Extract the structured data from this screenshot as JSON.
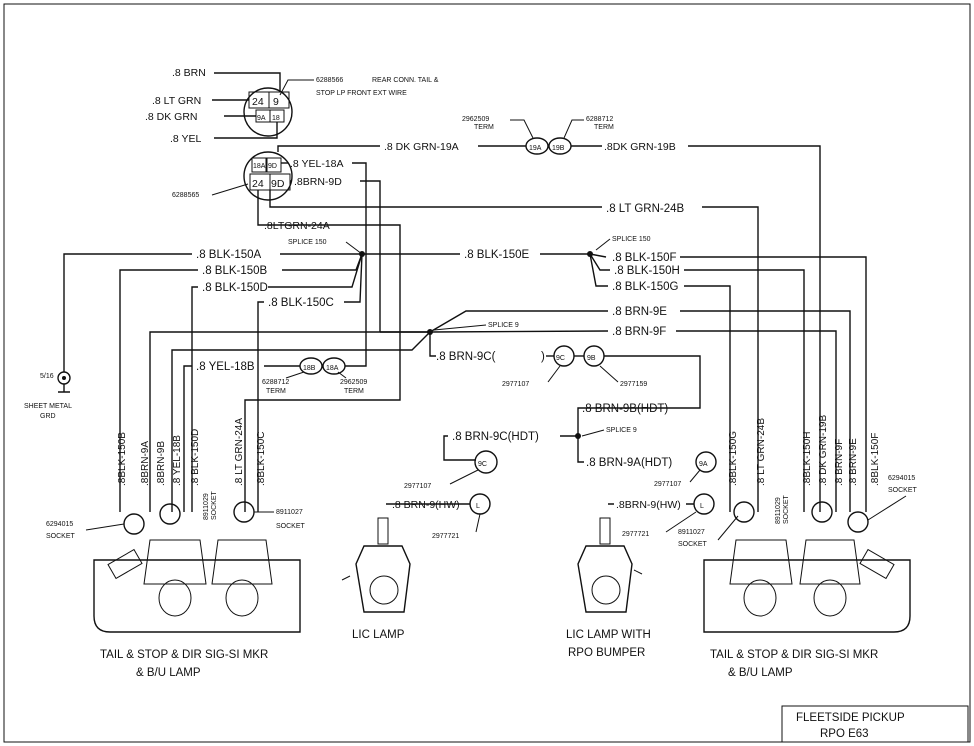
{
  "title_block": {
    "line1": "FLEETSIDE  PICKUP",
    "line2": "RPO E63"
  },
  "connectors": {
    "rear_conn_part": "6288566",
    "rear_conn_desc1": "REAR CONN. TAIL &",
    "rear_conn_desc2": "STOP LP FRONT EXT WIRE",
    "lower_conn_part": "6288565",
    "top_24": "24",
    "top_9": "9",
    "top_9a": "9A",
    "top_18": "18",
    "low_18a": "18A",
    "low_9d": "9D",
    "low_24": "24",
    "low_9d2": "9D"
  },
  "wires": {
    "brn": ".8 BRN",
    "lt_grn": ".8 LT GRN",
    "dk_grn": ".8 DK GRN",
    "yel": ".8 YEL",
    "dk_grn_19a": ".8 DK GRN-19A",
    "dk_grn_19b": ".8DK GRN-19B",
    "yel_18a": ".8 YEL-18A",
    "brn_9d": ".8BRN-9D",
    "lt_grn_24b": ".8 LT GRN-24B",
    "lt_grn_24a": ".8LTGRN-24A",
    "blk_150a": ".8 BLK-150A",
    "blk_150b": ".8 BLK-150B",
    "blk_150d": ".8 BLK-150D",
    "blk_150c": ".8 BLK-150C",
    "blk_150e": ".8 BLK-150E",
    "blk_150f": ".8 BLK-150F",
    "blk_150h": ".8 BLK-150H",
    "blk_150g": ".8 BLK-150G",
    "brn_9e": ".8 BRN-9E",
    "brn_9f": ".8 BRN-9F",
    "brn_9c": ".8 BRN-9C(",
    "brn_9c_close": ")",
    "yel_18b": ".8 YEL-18B",
    "brn_9b_hdt": ".8 BRN-9B(HDT)",
    "brn_9c_hdt": ".8 BRN-9C(HDT)",
    "brn_9a_hdt": ".8 BRN-9A(HDT)",
    "brn_9hw_left": ".8 BRN-9(HW)",
    "brn_9hw_right": ".8BRN-9(HW)"
  },
  "terminals": {
    "t2962509_top": "2962509",
    "t6288712_top": "6288712",
    "term": "TERM",
    "t19a": "19A",
    "t19b": "19B",
    "t6288712_low": "6288712",
    "t2962509_low": "2962509",
    "t18b": "18B",
    "t18a": "18A",
    "t9c": "9C",
    "t9b": "9B",
    "t2977107": "2977107",
    "t2977159": "2977159",
    "t9c2": "9C",
    "t9a": "9A",
    "t2977107b": "2977107",
    "t2977107c": "2977107",
    "t2977721a": "2977721",
    "t2977721b": "2977721",
    "tL": "L"
  },
  "splices": {
    "s150": "SPLICE 150",
    "s150r": "SPLICE 150",
    "s9": "SPLICE 9",
    "s9r": "SPLICE 9"
  },
  "ground": {
    "size": "5/16",
    "label1": "SHEET METAL",
    "label2": "GRD"
  },
  "vertical_labels_left": [
    ".8BLK-150B",
    ".8BRN-9A",
    ".8BRN-9B",
    ".8 YEL-18B",
    ".8 BLK-150D",
    ".8 LT GRN-24A",
    ".8BLK-150C"
  ],
  "vertical_labels_right": [
    ".8BLK-150G",
    ".8 LT GRN-24B",
    ".8BLK-150H",
    ".8 DK GRN-19B",
    ".8 BRN-9F",
    ".8 BRN-9E",
    ".8BLK-150F"
  ],
  "sockets": {
    "s6294015_l": "6294015",
    "socket": "SOCKET",
    "s8911029_l": "8911029",
    "s8911027_l": "8911027",
    "s8911027_r": "8911027",
    "s8911029_r": "8911029",
    "s6294015_r": "6294015"
  },
  "lamps": {
    "left": [
      "TAIL & STOP & DIR SIG-SI MKR",
      "& B/U LAMP"
    ],
    "lic": "LIC  LAMP",
    "lic_rpo": [
      "LIC LAMP WITH",
      "RPO BUMPER"
    ],
    "right": [
      "TAIL & STOP & DIR SIG-SI MKR",
      "& B/U LAMP"
    ]
  }
}
